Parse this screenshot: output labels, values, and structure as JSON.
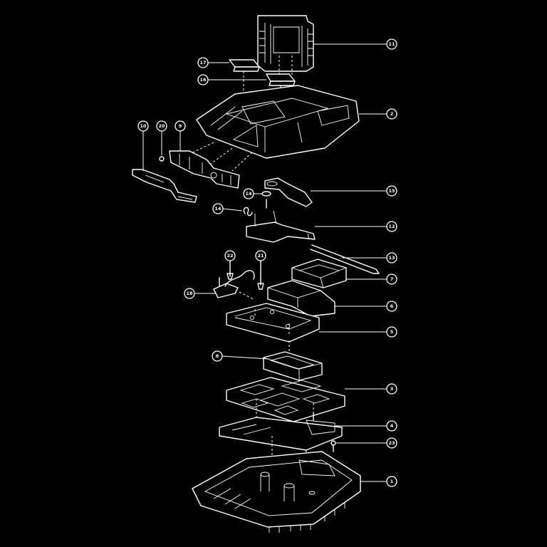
{
  "diagram": {
    "background": "#000000",
    "line_color": "#ffffff",
    "callouts": [
      {
        "id": "c-11",
        "label": "11"
      },
      {
        "id": "c-17",
        "label": "17"
      },
      {
        "id": "c-16",
        "label": "16"
      },
      {
        "id": "c-2",
        "label": "2"
      },
      {
        "id": "c-10",
        "label": "10"
      },
      {
        "id": "c-20",
        "label": "20"
      },
      {
        "id": "c-9",
        "label": "9"
      },
      {
        "id": "c-15",
        "label": "15"
      },
      {
        "id": "c-14",
        "label": "14"
      },
      {
        "id": "c-12",
        "label": "12"
      },
      {
        "id": "c-13",
        "label": "13"
      },
      {
        "id": "c-22",
        "label": "22"
      },
      {
        "id": "c-21",
        "label": "21"
      },
      {
        "id": "c-7",
        "label": "7"
      },
      {
        "id": "c-18",
        "label": "18"
      },
      {
        "id": "c-6",
        "label": "6"
      },
      {
        "id": "c-5",
        "label": "5"
      },
      {
        "id": "c-8",
        "label": "8"
      },
      {
        "id": "c-3",
        "label": "3"
      },
      {
        "id": "c-4",
        "label": "4"
      },
      {
        "id": "c-23",
        "label": "23"
      },
      {
        "id": "c-1",
        "label": "1"
      }
    ]
  }
}
